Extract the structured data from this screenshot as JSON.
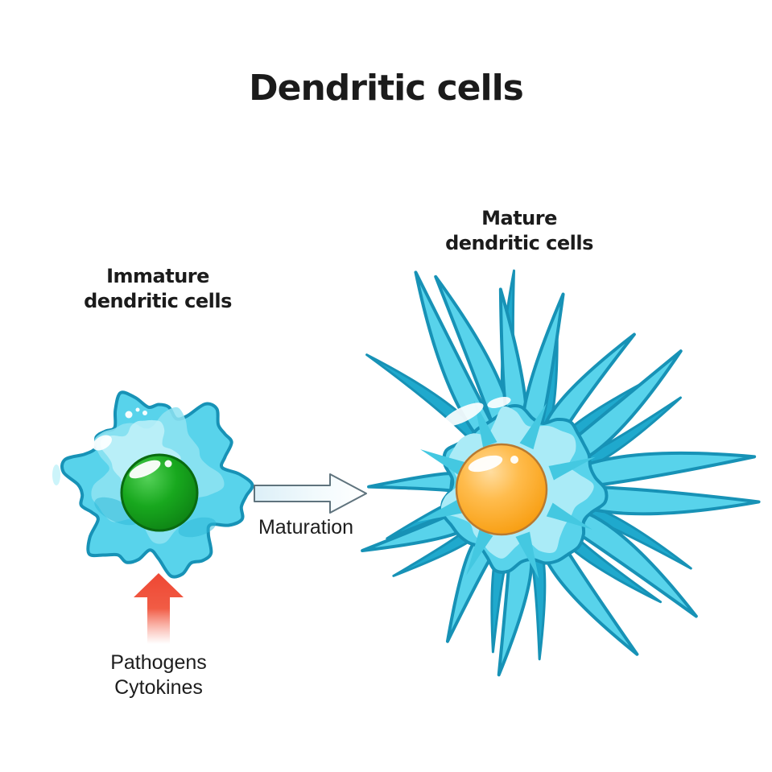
{
  "title": "Dendritic cells",
  "immature_cell": {
    "label_line1": "Immature",
    "label_line2": "dendritic cells"
  },
  "mature_cell": {
    "label_line1": "Mature",
    "label_line2": "dendritic cells"
  },
  "maturation": {
    "label": "Maturation"
  },
  "stimuli": {
    "line1": "Pathogens",
    "line2": "Cytokines"
  },
  "icons": {
    "maturation_arrow": "right-arrow",
    "stimuli_arrow": "up-arrow"
  },
  "colors": {
    "background": "#FFFFFF",
    "text": "#1D1D1D",
    "cell_fill": "#58D3EB",
    "cell_outline": "#1792B6",
    "cell_back": "#1FA9CD",
    "cell_inner_shade": "#44C8E1",
    "cell_inner_light": "#AAEBF7",
    "cell_light_patch": "#8FE3F2",
    "cell_lighter_patch": "#C6F3FA",
    "cell_dark_patch": "#2CB8D7",
    "highlight": "#FFFFFF",
    "nucleus_green": "#18A81E",
    "nucleus_green_outline": "#096B10",
    "nucleus_orange": "#F89F13",
    "nucleus_orange_outline": "#B97A30",
    "maturation_arrow_outline": "#5F737D",
    "stimuli_arrow_red": "#EE4733"
  }
}
